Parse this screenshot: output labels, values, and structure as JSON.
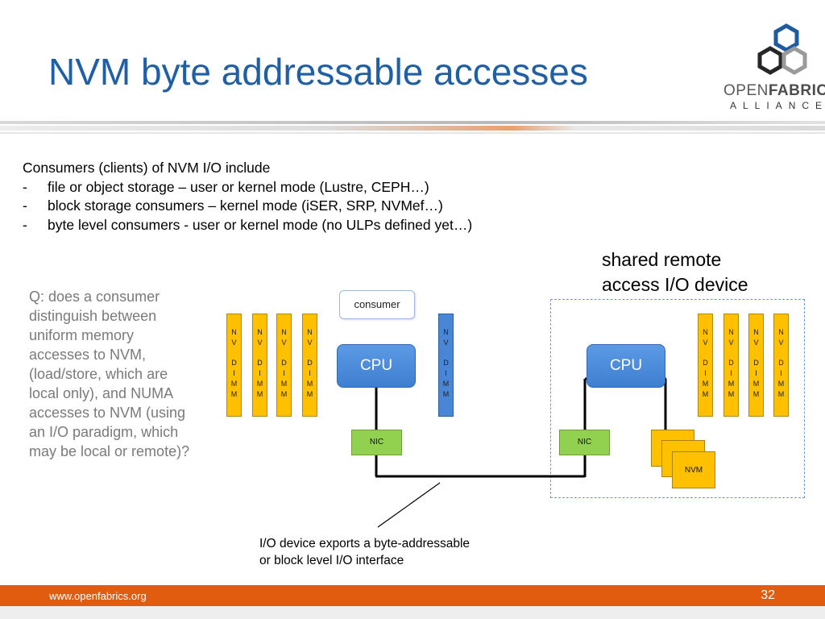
{
  "slide": {
    "title": "NVM byte addressable accesses",
    "page_number": "32",
    "footer_url": "www.openfabrics.org"
  },
  "logo": {
    "word_open": "OPEN",
    "word_fabrics": "FABRICS",
    "word_alliance": "ALLIANCE",
    "hex_colors": [
      "#1e5aa0",
      "#262626",
      "#9a9a9a"
    ]
  },
  "intro": {
    "heading": "Consumers (clients) of NVM I/O include",
    "bullets": [
      "file or object storage – user or kernel mode (Lustre, CEPH…)",
      "block storage consumers – kernel mode (iSER, SRP, NVMef…)",
      "byte level consumers  - user or kernel mode (no ULPs defined yet…)"
    ],
    "bullet_marker": "-"
  },
  "question": "Q: does a consumer distinguish between uniform memory accesses to NVM, (load/store, which are local only), and NUMA accesses to NVM (using an I/O paradigm, which may be local or remote)?",
  "shared_label_lines": [
    "shared remote",
    "access I/O device"
  ],
  "diagram": {
    "consumer_label": "consumer",
    "cpu_label": "CPU",
    "nic_label": "NIC",
    "nvm_label": "NVM",
    "dimm_nv": "N\nV",
    "dimm_dimm": "D\nI\nM\nM",
    "caption_lines": [
      "I/O device exports a byte-addressable",
      "or block level I/O interface"
    ],
    "colors": {
      "dimm": "#ffc000",
      "nv_dimm_blue": "#4a86d6",
      "cpu": "#4a86d6",
      "nic": "#92d050",
      "title": "#1f5fa5",
      "footer": "#e25c0f"
    }
  }
}
